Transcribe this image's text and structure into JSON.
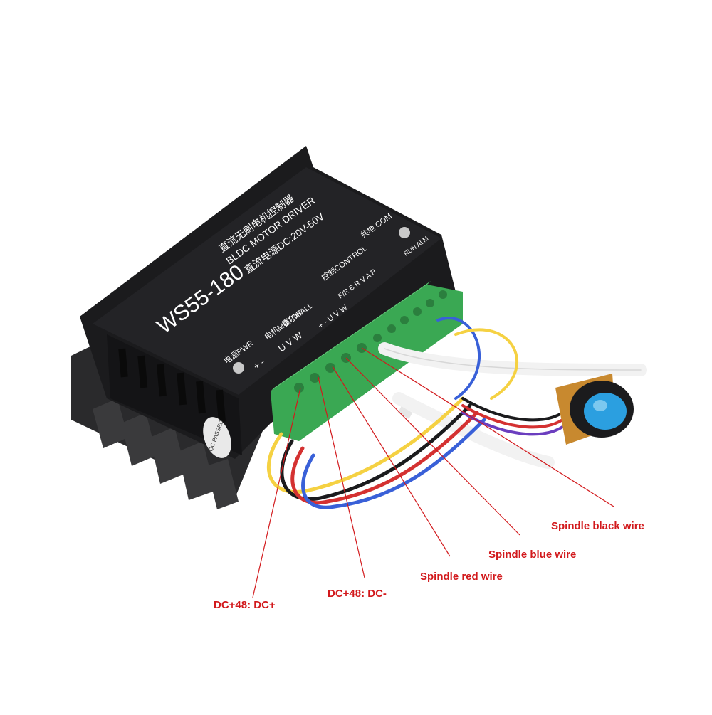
{
  "product": {
    "model": "WS55-180",
    "title_cn": "直流无刷电机控制器",
    "title_en": "BLDC MOTOR DRIVER",
    "voltage_label": "直流电源DC:20V-50V",
    "pwr_label": "电源PWR",
    "motor_label": "电机MOTOR",
    "hall_label": "霍尔HALL",
    "control_label": "控制CONTROL",
    "com_label": "共地 COM",
    "pwr_pins": "+ -",
    "motor_pins": "U V W",
    "hall_pins": "+ - U V W",
    "control_pins": "F/R B R V A P",
    "alarm_label": "RUN ALM",
    "qc_sticker": "QC PASSED"
  },
  "callouts": {
    "dc_plus": "DC+48: DC+",
    "dc_minus": "DC+48: DC-",
    "red_wire": "Spindle red wire",
    "blue_wire": "Spindle blue wire",
    "black_wire": "Spindle black wire"
  },
  "colors": {
    "callout": "#d2191c",
    "housing": "#1b1b1d",
    "terminal": "#3aa853",
    "knob": "#2b9fe0"
  }
}
